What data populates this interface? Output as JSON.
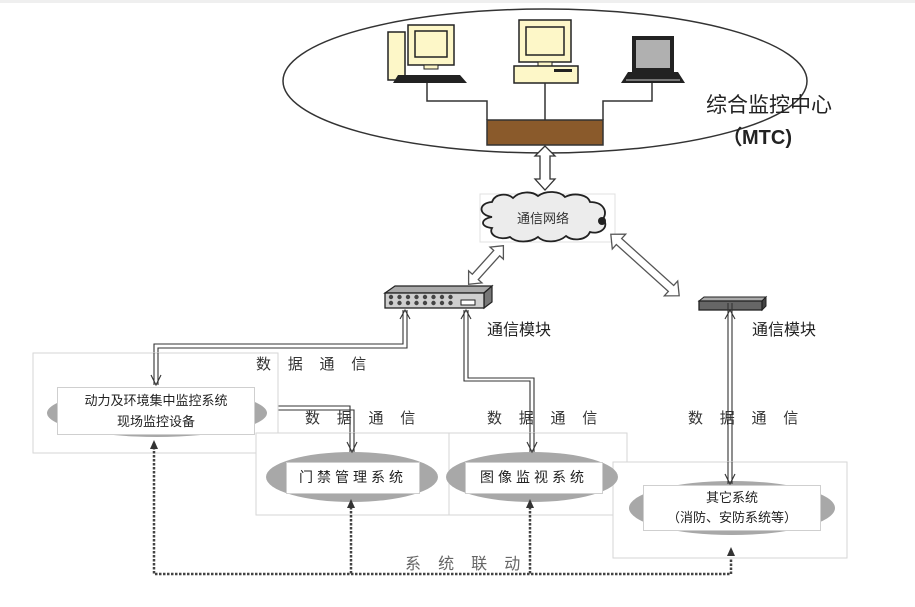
{
  "diagram": {
    "center": {
      "title": "综合监控中心",
      "abbr": "（MTC)",
      "workstations": [
        "desktop-tower-pc",
        "desktop-pc",
        "laptop"
      ],
      "hub_color": "#8a5a2b"
    },
    "network": {
      "label": "通信网络"
    },
    "modules": [
      {
        "label": "通信模块"
      },
      {
        "label": "通信模块"
      }
    ],
    "links": {
      "data_comm": [
        "数 据 通 信",
        "数 据 通 信",
        "数 据 通 信",
        "数 据 通 信"
      ],
      "system_linkage": "系 统 联 动"
    },
    "systems": [
      {
        "line1": "动力及环境集中监控系统",
        "line2": "现场监控设备"
      },
      {
        "line1": "门禁管理系统"
      },
      {
        "line1": "图像监视系统"
      },
      {
        "line1": "其它系统",
        "line2": "（消防、安防系统等）"
      }
    ],
    "colors": {
      "line": "#333333",
      "ellipse_shadow": "#a8a8a8",
      "screen_fill": "#fdf7c8",
      "laptop_screen": "#b0b0b0",
      "cloud_fill": "#ececec"
    }
  }
}
